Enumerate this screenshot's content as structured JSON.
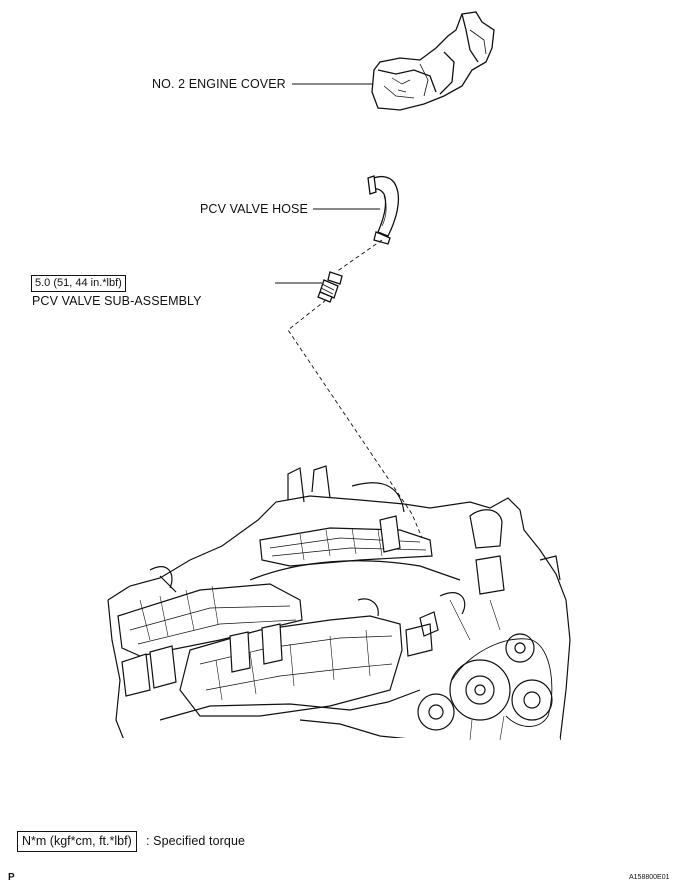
{
  "labels": {
    "engine_cover": "NO. 2 ENGINE COVER",
    "pcv_hose": "PCV VALVE HOSE",
    "pcv_valve": "PCV VALVE SUB-ASSEMBLY"
  },
  "torque": {
    "value": "5.0 (51, 44 in.*lbf)"
  },
  "legend": {
    "unit_box": "N*m (kgf*cm, ft.*lbf)",
    "text": ": Specified torque"
  },
  "footer": {
    "page_mark": "P",
    "figure_id": "A158800E01"
  }
}
